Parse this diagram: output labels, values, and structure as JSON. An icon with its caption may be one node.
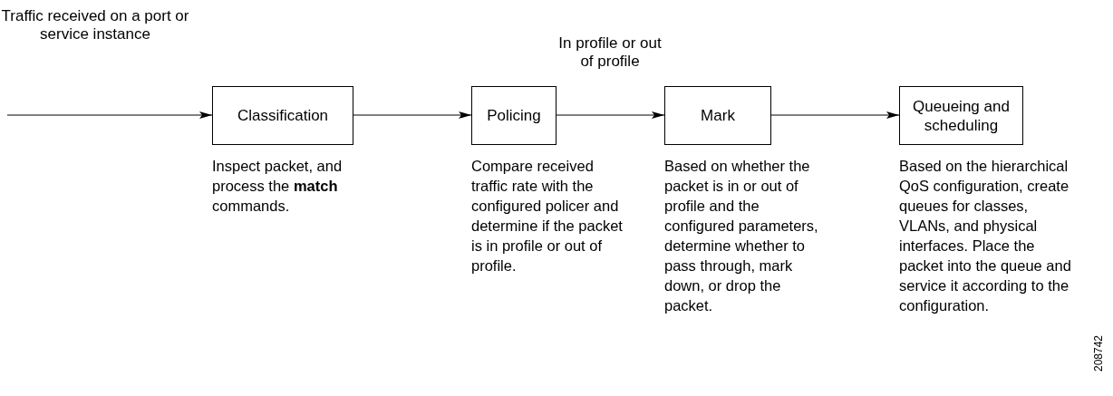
{
  "diagram": {
    "nodes": [
      {
        "text": [
          "Classification"
        ],
        "beside": [
          "Inspect packet, and process the **match** commands."
        ]
      },
      {
        "text": [
          "Policing"
        ],
        "beside": [
          "Compare received traffic rate with the configured policer and determine if the packet is in profile or out of profile."
        ]
      },
      {
        "text": [
          "Mark"
        ],
        "beside": [
          "Based on whether the packet is in or out of profile and the configured parameters, determine whether to pass through, mark down, or drop the packet."
        ]
      },
      {
        "text": [
          "Queueing and scheduling"
        ],
        "beside": [
          "Based on the hierarchical QoS configuration, create queues for classes, VLANs, and physical interfaces. Place the packet into the queue and service it according to the configuration."
        ]
      }
    ],
    "edges": [
      {
        "from": null,
        "to": 0,
        "arrow": "to",
        "label": "Traffic received on a port or service instance"
      },
      {
        "from": 0,
        "to": 1,
        "arrow": "to"
      },
      {
        "from": 1,
        "to": 2,
        "arrow": "to",
        "label": "In profile or out of profile"
      },
      {
        "from": 2,
        "to": 3,
        "arrow": "to"
      }
    ],
    "labels": [
      "208742"
    ]
  }
}
